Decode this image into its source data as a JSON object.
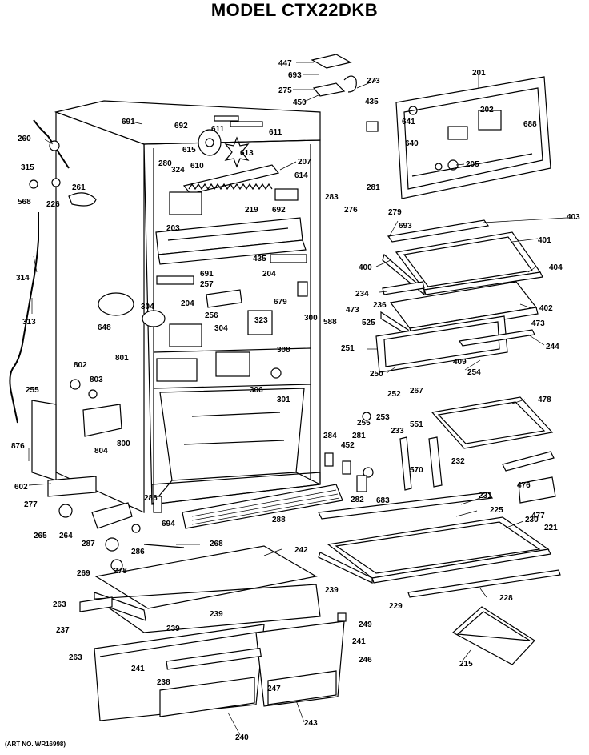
{
  "title": "MODEL CTX22DKB",
  "art_number": "(ART NO. WR16998)",
  "callouts": [
    "447",
    "693",
    "275",
    "273",
    "450",
    "435",
    "201",
    "691",
    "692",
    "611",
    "611",
    "260",
    "615",
    "610",
    "613",
    "280",
    "324",
    "207",
    "614",
    "641",
    "202",
    "688",
    "640",
    "205",
    "315",
    "261",
    "568",
    "226",
    "219",
    "692",
    "281",
    "279",
    "283",
    "276",
    "693",
    "403",
    "203",
    "401",
    "435",
    "691",
    "257",
    "204",
    "400",
    "404",
    "314",
    "304",
    "256",
    "204",
    "679",
    "300",
    "234",
    "402",
    "313",
    "648",
    "304",
    "323",
    "588",
    "473",
    "236",
    "525",
    "473",
    "251",
    "244",
    "308",
    "802",
    "803",
    "801",
    "409",
    "254",
    "250",
    "306",
    "301",
    "255",
    "267",
    "253",
    "252",
    "255",
    "478",
    "281",
    "551",
    "233",
    "284",
    "452",
    "876",
    "804",
    "800",
    "570",
    "232",
    "476",
    "282",
    "683",
    "602",
    "231",
    "286",
    "225",
    "230",
    "277",
    "694",
    "288",
    "477",
    "221",
    "265",
    "264",
    "287",
    "286",
    "268",
    "242",
    "269",
    "278",
    "239",
    "228",
    "229",
    "263",
    "239",
    "239",
    "249",
    "237",
    "241",
    "263",
    "241",
    "246",
    "238",
    "247",
    "215",
    "240",
    "243"
  ]
}
